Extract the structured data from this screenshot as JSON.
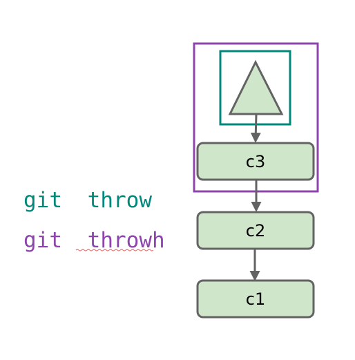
{
  "commands": [
    {
      "prefix": "git",
      "word": "throw",
      "color": "#00897b",
      "spell_error": false
    },
    {
      "prefix": "git",
      "word": "throwh",
      "color": "#8e44ad",
      "spell_error": true
    }
  ],
  "commits": [
    "c3",
    "c2",
    "c1"
  ],
  "colors": {
    "node_fill": "#d0e6cb",
    "node_stroke": "#636363",
    "head_box": "#00897b",
    "head_group": "#8e44ad",
    "arrow": "#636363",
    "spellcheck_underline": "#e57373"
  }
}
